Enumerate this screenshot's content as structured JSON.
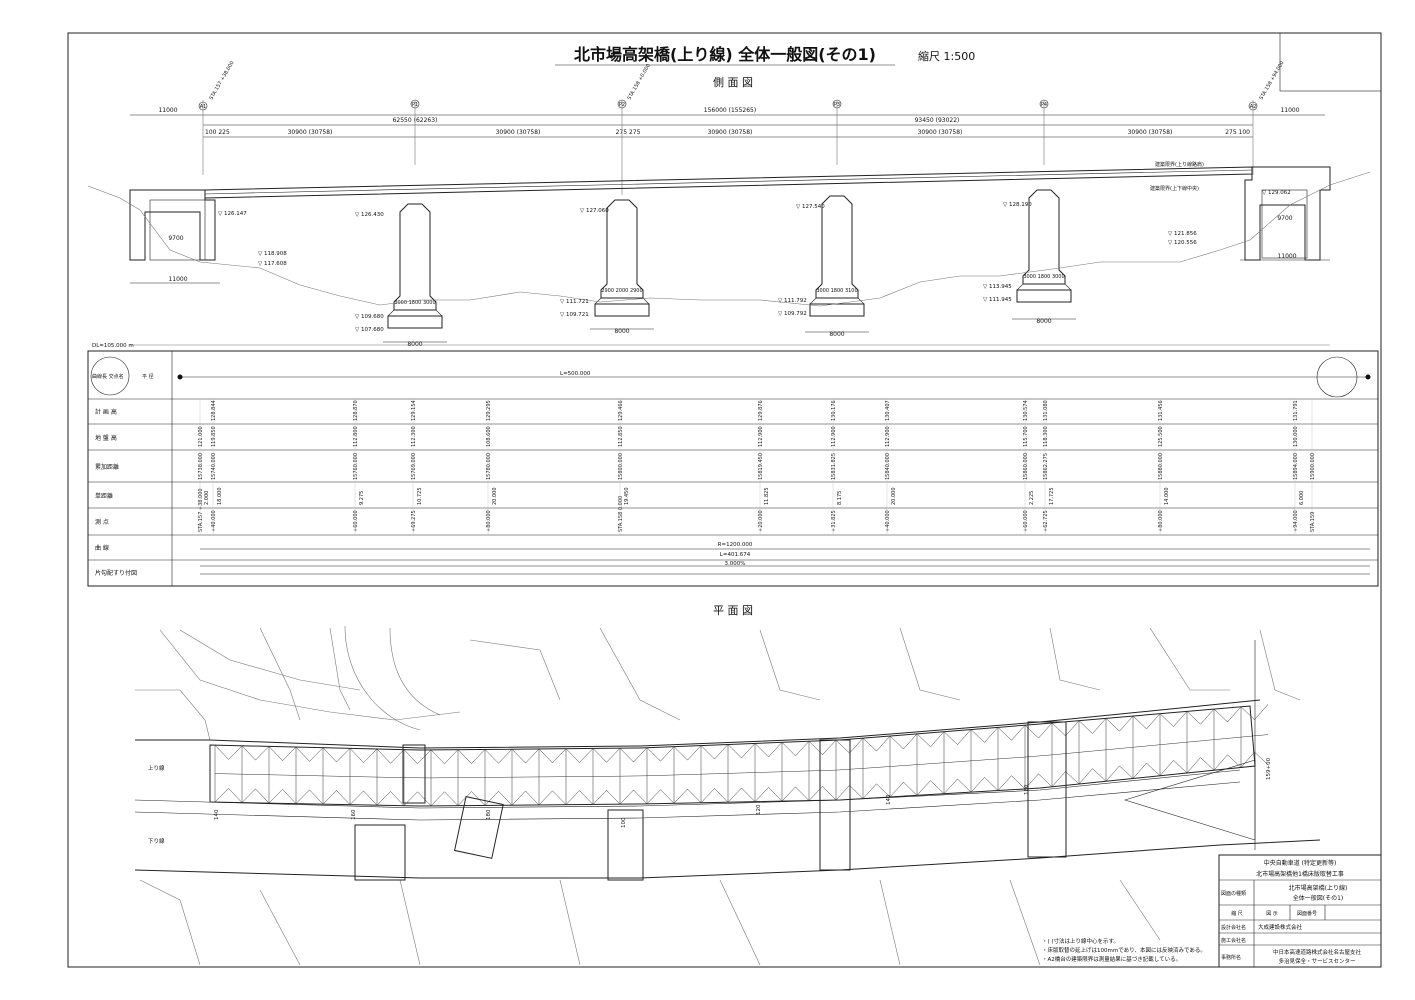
{
  "title": "北市場高架橋(上り線) 全体一般図(その1)",
  "scale": "縮尺 1:500",
  "side_view": {
    "heading": "側 面 図",
    "piers": [
      "A1",
      "P1",
      "P2",
      "P3",
      "P4",
      "A2"
    ],
    "sta_labels": [
      "STA.157 +38.000",
      "STA.158 +0.000",
      "STA.158 +94.000"
    ],
    "dim_top": [
      "11000",
      "156000 (155265)",
      "11000"
    ],
    "dim_mid": [
      "62550 (62263)",
      "93450 (93022)"
    ],
    "dim_spans": [
      "100 225",
      "30900 (30758)",
      "30900 (30758)",
      "275 275",
      "30900 (30758)",
      "30900 (30758)",
      "30900 (30758)",
      "275 100"
    ],
    "notes": [
      "建築限界(上り線路肩)",
      "建築限界(上下線中央)"
    ],
    "elevations": [
      "▽ 126.147",
      "▽ 126.430",
      "▽ 127.060",
      "▽ 127.540",
      "▽ 128.190",
      "▽ 129.062",
      "▽ 118.908",
      "▽ 117.608",
      "▽ 109.680",
      "▽ 107.680",
      "▽ 111.721",
      "▽ 109.721",
      "▽ 111.792",
      "▽ 109.792",
      "▽ 113.945",
      "▽ 111.945",
      "▽ 121.856",
      "▽ 120.556"
    ],
    "footings": [
      "3000 1800 3000",
      "2900 2000 2900",
      "3000 1800 3100",
      "3000 1800 3000"
    ],
    "footing_width": "8000",
    "abut_width": "11000",
    "abut_inner": "9700"
  },
  "profile_table": {
    "dl": "DL=105.000 m",
    "top_labels": {
      "left": "曲線長 交点名",
      "mid": "平 径",
      "L": "L=500.000"
    },
    "rows": [
      "計 画 高",
      "地 盤 高",
      "累加距離",
      "単距離",
      "測 点",
      "曲 線",
      "片勾配すり付図"
    ],
    "curve": [
      "R=1200.000",
      "L=401.674",
      "3.000%"
    ],
    "stations": [
      "STA.157 +38.000",
      "+40.000",
      "+60.000",
      "+69.275",
      "+80.000",
      "STA.158 0.000",
      "+20.000",
      "+31.825",
      "+40.000",
      "+60.000",
      "+62.725",
      "+80.000",
      "+94.000",
      "STA.159"
    ],
    "plan_heights": [
      "128.844",
      "128.870",
      "129.154",
      "129.295",
      "129.466",
      "129.876",
      "130.176",
      "130.407",
      "130.574",
      "131.080",
      "131.456",
      "131.791"
    ],
    "ground_heights": [
      "121.000",
      "119.850",
      "112.800",
      "112.300",
      "108.600",
      "112.850",
      "112.900",
      "112.900",
      "112.900",
      "115.700",
      "118.300",
      "125.500",
      "130.000"
    ],
    "cum_dist": [
      "15738.000",
      "15740.000",
      "15760.000",
      "15769.000",
      "15780.000",
      "15800.000",
      "15819.450",
      "15831.825",
      "15840.000",
      "15860.000",
      "15862.275",
      "15880.000",
      "15894.000",
      "15900.000"
    ],
    "single_dist": [
      "2.000",
      "18.000",
      "9.275",
      "10.725",
      "20.000",
      "19.450",
      "11.825",
      "8.175",
      "20.000",
      "2.225",
      "17.725",
      "14.000",
      "6.000"
    ]
  },
  "plan_view": {
    "heading": "平 面 図",
    "lane_up": "上り線",
    "lane_down": "下り線",
    "station_marks": [
      "140",
      "160",
      "180",
      "100",
      "120",
      "140",
      "160",
      "159+00"
    ]
  },
  "notes": [
    "・( )寸法は上り線中心を示す。",
    "・床版取替の延上げは100mmであり、本図には反映済みである。",
    "・A2橋台の建築限界は測量結果に基づき記載している。"
  ],
  "title_block": {
    "project1": "中央自動車道 (特定更新等)",
    "project2": "北市場高架橋他1橋床版取替工事",
    "drawing_label": "図面の種類",
    "drawing_name1": "北市場高架橋(上り線)",
    "drawing_name2": "全体一般図(その1)",
    "scale_label": "縮 尺",
    "scale_value": "図 示",
    "number_label": "図面番号",
    "designer_label": "設計会社名",
    "designer": "大成建設株式会社",
    "builder_label": "施工会社名",
    "office_label": "事務所名",
    "office1": "中日本高速道路株式会社名古屋支社",
    "office2": "多治見保全・サービスセンター"
  }
}
